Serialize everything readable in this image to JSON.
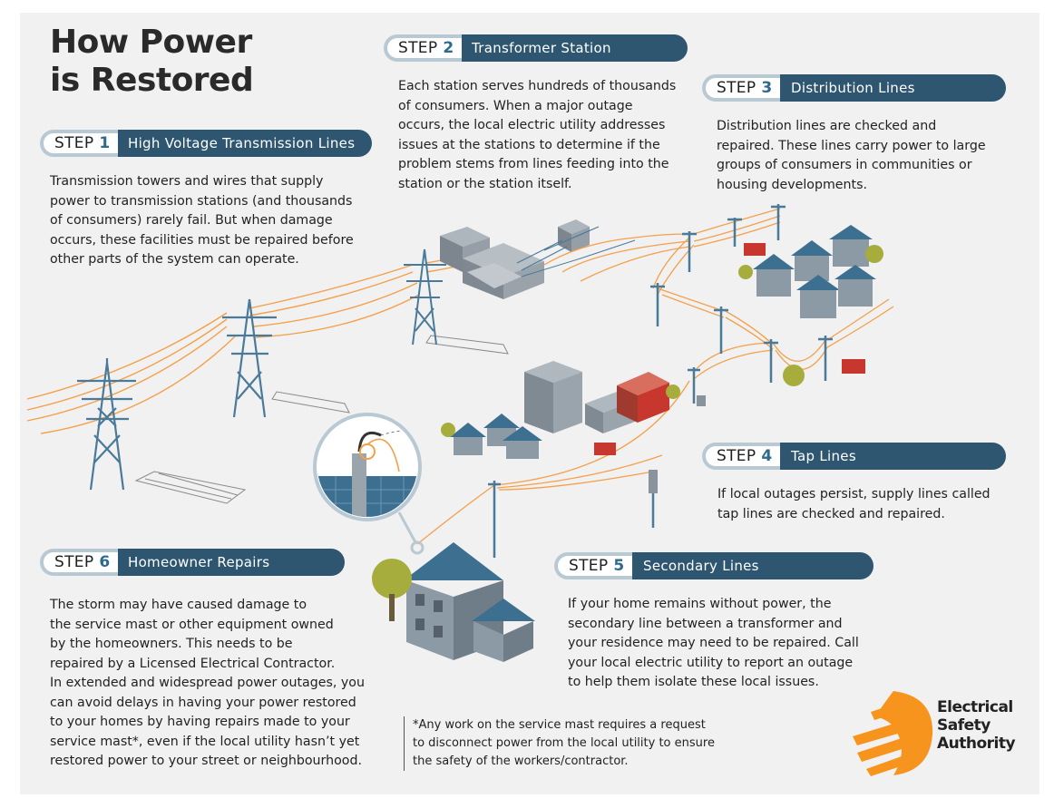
{
  "title": {
    "line1": "How Power",
    "line2": "is Restored"
  },
  "step_word": "STEP",
  "steps": [
    {
      "number": "1",
      "title": "High Voltage Transmission Lines",
      "lines": [
        "Transmission towers and wires that supply",
        "power to transmission stations (and thousands",
        "of consumers) rarely fail. But when damage",
        "occurs, these facilities must be repaired before",
        "other parts of the system can operate."
      ]
    },
    {
      "number": "2",
      "title": "Transformer Station",
      "lines": [
        "Each station serves hundreds of thousands",
        "of consumers. When a major outage",
        "occurs, the local electric utility addresses",
        "issues at the stations to determine if the",
        "problem stems from lines feeding into the",
        "station or the station itself."
      ]
    },
    {
      "number": "3",
      "title": "Distribution Lines",
      "lines": [
        "Distribution lines are checked and",
        "repaired. These lines carry power to large",
        "groups of consumers in communities or",
        "housing developments."
      ]
    },
    {
      "number": "4",
      "title": "Tap Lines",
      "lines": [
        "If local outages persist, supply lines called",
        "tap lines are checked and repaired."
      ]
    },
    {
      "number": "5",
      "title": "Secondary Lines",
      "lines": [
        "If your home remains without power, the",
        "secondary line between a transformer and",
        "your residence may need to be repaired. Call",
        "your local electric utility to report an outage",
        "to help them isolate these local issues."
      ]
    },
    {
      "number": "6",
      "title": "Homeowner Repairs",
      "lines": [
        "The storm may have caused damage to",
        "the service mast or other equipment owned",
        "by the homeowners. This needs to be",
        "repaired by a Licensed Electrical Contractor.",
        "In extended and widespread power outages, you",
        "can avoid delays in having your power restored",
        "to your homes by having repairs made to your",
        "service mast*, even if the local utility hasn’t yet",
        "restored power to your street or neighbourhood."
      ]
    }
  ],
  "footnote": {
    "lines": [
      "*Any work on the service mast requires a request",
      "to disconnect power from the local utility to ensure",
      "the safety of the workers/contractor."
    ]
  },
  "logo": {
    "line1": "Electrical",
    "line2": "Safety",
    "line3": "Authority",
    "color": "#f7941d"
  },
  "colors": {
    "step_bar": "#2e5670",
    "step_number": "#2e6a8c",
    "wire": "#f4a04a",
    "tower": "#4a7a9a",
    "building": "#8c9aa6",
    "roof": "#3d6f90",
    "truck": "#c8372d",
    "tree": "#a6ad3c"
  }
}
